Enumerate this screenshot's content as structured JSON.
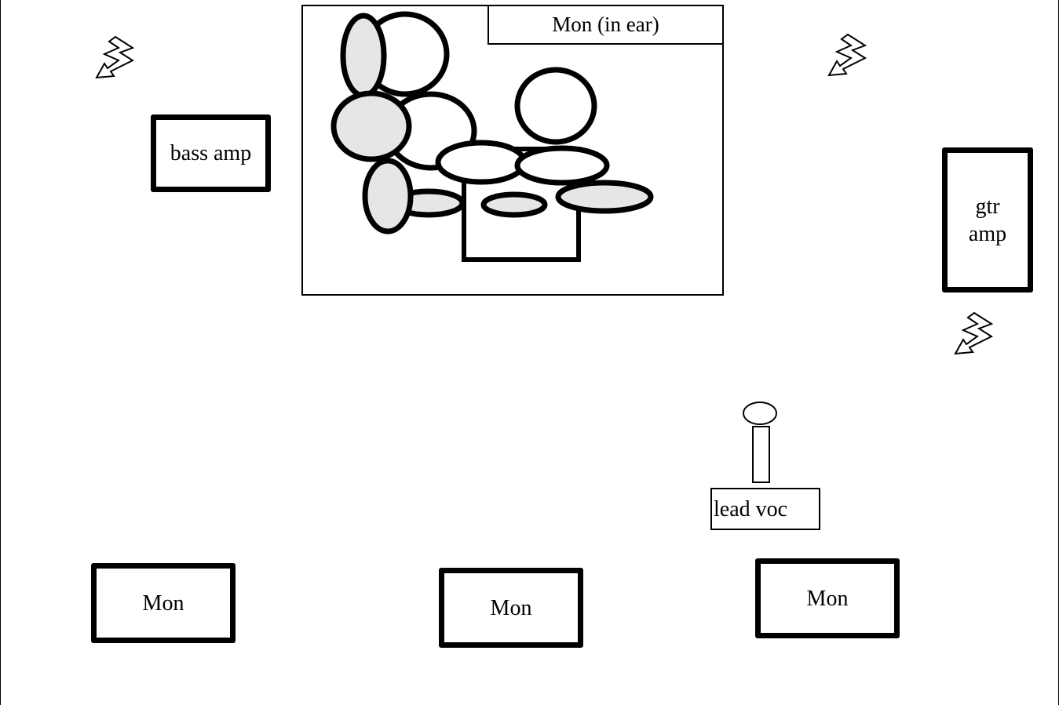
{
  "stage_plot": {
    "drum_riser": {
      "monitor_label": "Mon (in ear)"
    },
    "bass_amp": {
      "label": "bass amp"
    },
    "guitar_amp": {
      "label": "gtr\namp"
    },
    "lead_vocal": {
      "label": "lead voc"
    },
    "monitors": [
      {
        "label": "Mon"
      },
      {
        "label": "Mon"
      },
      {
        "label": "Mon"
      }
    ],
    "power_icons": [
      "power-drop-icon",
      "power-drop-icon",
      "power-drop-icon"
    ],
    "colors": {
      "line": "#000000",
      "fill": "#ffffff",
      "drum_fill": "#e6e6e6"
    }
  }
}
